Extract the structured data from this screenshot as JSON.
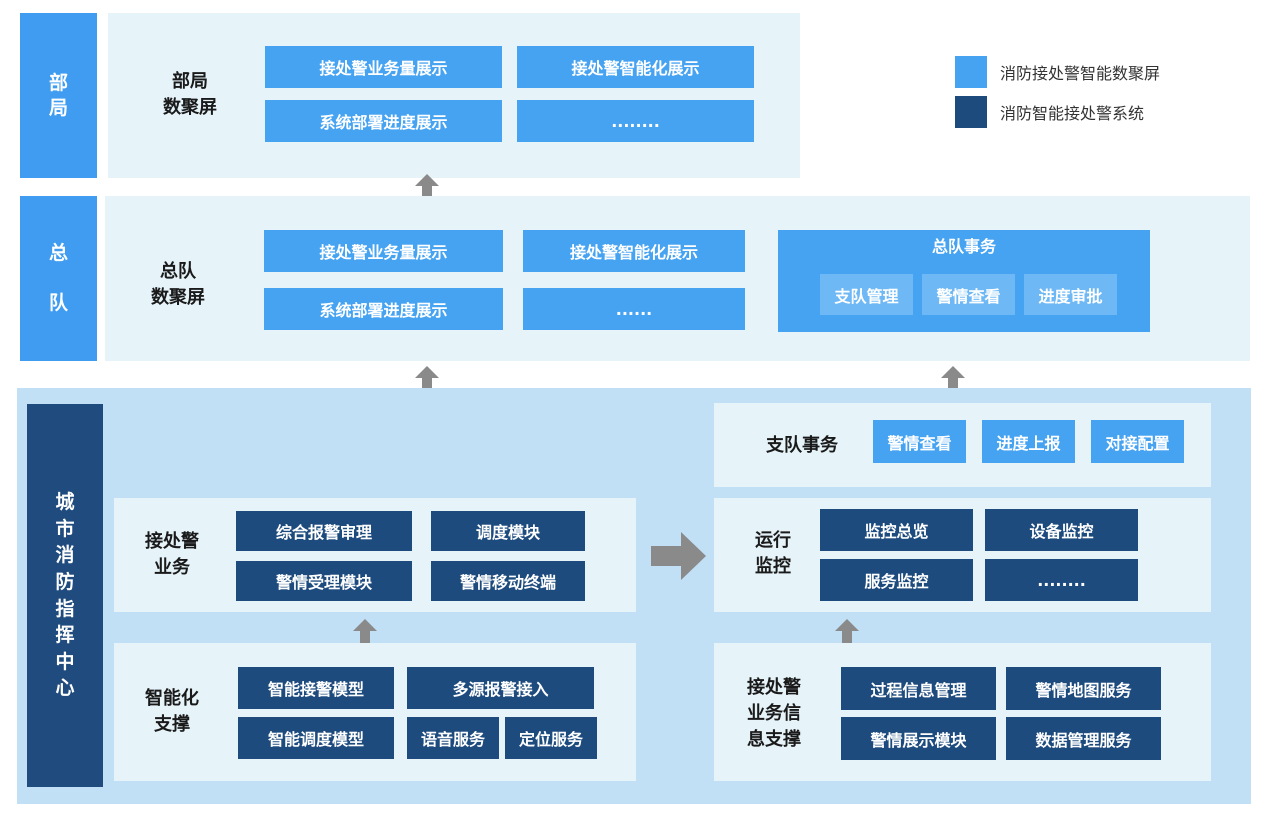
{
  "legend": {
    "items": [
      {
        "label": "消防接处警智能数聚屏",
        "color": "#46a3f2"
      },
      {
        "label": "消防智能接处警系统",
        "color": "#1e4b7e"
      }
    ]
  },
  "bureau": {
    "side": "部\n局",
    "title": "部局\n数聚屏",
    "boxes": [
      "接处警业务量展示",
      "接处警智能化展示",
      "系统部署进度展示",
      "........"
    ]
  },
  "corps": {
    "side": "总\n\n队",
    "title": "总队\n数聚屏",
    "boxes": [
      "接处警业务量展示",
      "接处警智能化展示",
      "系统部署进度展示",
      "......"
    ],
    "affairs": {
      "title": "总队事务",
      "items": [
        "支队管理",
        "警情查看",
        "进度审批"
      ]
    }
  },
  "city": {
    "side": "城\n市\n消\n防\n指\n挥\n中\n心",
    "detachment": {
      "title": "支队事务",
      "items": [
        "警情查看",
        "进度上报",
        "对接配置"
      ]
    },
    "alarm_business": {
      "title": "接处警\n业务",
      "items": [
        "综合报警审理",
        "调度模块",
        "警情受理模块",
        "警情移动终端"
      ]
    },
    "intelligent_support": {
      "title": "智能化\n支撑",
      "items": [
        "智能接警模型",
        "多源报警接入",
        "智能调度模型",
        "语音服务",
        "定位服务"
      ]
    },
    "operation_monitor": {
      "title": "运行\n监控",
      "items": [
        "监控总览",
        "设备监控",
        "服务监控",
        "........"
      ]
    },
    "info_support": {
      "title": "接处警\n业务信\n息支撑",
      "items": [
        "过程信息管理",
        "警情地图服务",
        "警情展示模块",
        "数据管理服务"
      ]
    }
  },
  "colors": {
    "light_box": "#46a3f2",
    "dark_box": "#1e4b7e",
    "panel_light": "#e6f4fa",
    "panel_blue": "#c1e0f6",
    "arrow": "#8a8a8a"
  }
}
